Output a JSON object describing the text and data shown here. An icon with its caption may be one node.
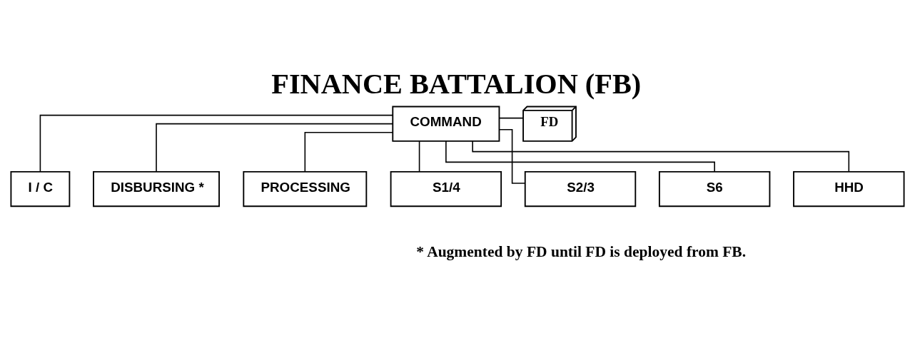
{
  "diagram": {
    "title": "FINANCE BATTALION (FB)",
    "nodes": [
      {
        "text": [
          "COMMAND"
        ]
      },
      {
        "text": [
          "FD"
        ]
      },
      {
        "text": [
          "I / C"
        ]
      },
      {
        "text": [
          "DISBURSING *"
        ]
      },
      {
        "text": [
          "PROCESSING"
        ]
      },
      {
        "text": [
          "S1/4"
        ]
      },
      {
        "text": [
          "S2/3"
        ]
      },
      {
        "text": [
          "S6"
        ]
      },
      {
        "text": [
          "HHD"
        ]
      }
    ],
    "edges": [
      {
        "from": 0,
        "to": 1,
        "arrow": "none"
      },
      {
        "from": 0,
        "to": 2,
        "arrow": "none"
      },
      {
        "from": 0,
        "to": 3,
        "arrow": "none"
      },
      {
        "from": 0,
        "to": 4,
        "arrow": "none"
      },
      {
        "from": 0,
        "to": 5,
        "arrow": "none"
      },
      {
        "from": 0,
        "to": 6,
        "arrow": "none"
      },
      {
        "from": 0,
        "to": 7,
        "arrow": "none"
      },
      {
        "from": 0,
        "to": 8,
        "arrow": "none"
      }
    ],
    "labels": [
      "* Augmented by FD until FD is deployed from FB."
    ]
  }
}
